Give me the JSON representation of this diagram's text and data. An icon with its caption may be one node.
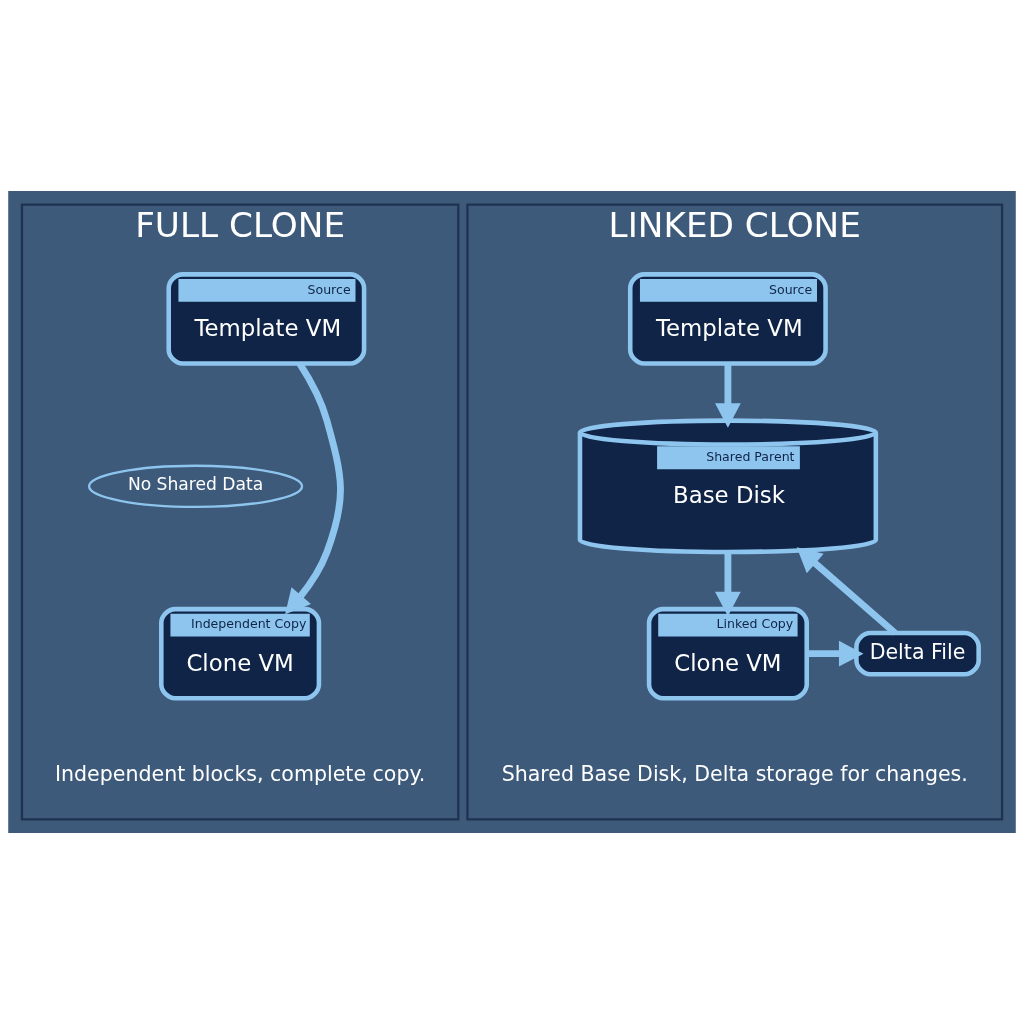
{
  "diagram": {
    "nodes": [
      {
        "text": [
          "FULL CLONE"
        ]
      },
      {
        "text": [
          "Source",
          "Template VM"
        ],
        "in": 0
      },
      {
        "text": [
          "No Shared Data"
        ],
        "in": 0
      },
      {
        "text": [
          "Independent Copy",
          "Clone VM"
        ],
        "in": 0
      },
      {
        "text": [
          "LINKED CLONE"
        ]
      },
      {
        "text": [
          "Source",
          "Template VM"
        ],
        "in": 4
      },
      {
        "text": [
          "Shared Parent",
          "Base Disk"
        ],
        "in": 4
      },
      {
        "text": [
          "Linked Copy",
          "Clone VM"
        ],
        "in": 4
      },
      {
        "text": [
          "Delta File"
        ],
        "in": 4
      }
    ],
    "edges": [
      {
        "from": 1,
        "to": 3,
        "arrow": "to"
      },
      {
        "from": 5,
        "to": 6,
        "arrow": "to"
      },
      {
        "from": 6,
        "to": 7,
        "arrow": "to"
      },
      {
        "from": 7,
        "to": 8,
        "arrow": "to"
      },
      {
        "from": 8,
        "to": 6,
        "arrow": "to"
      }
    ],
    "labels": [
      "Independent blocks, complete copy.",
      "Shared Base Disk, Delta storage for changes."
    ]
  }
}
